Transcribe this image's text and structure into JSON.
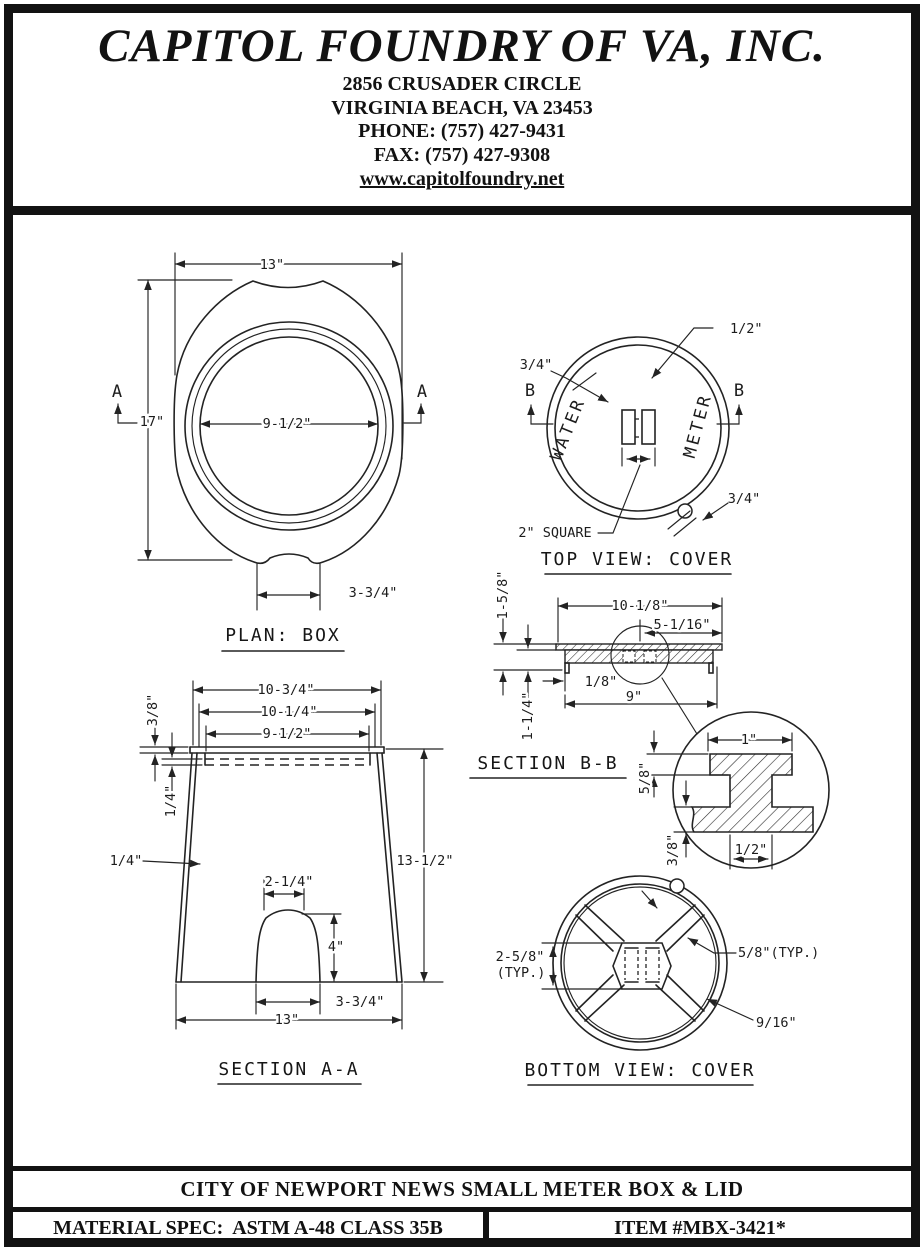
{
  "header": {
    "company": "CAPITOL FOUNDRY OF VA, INC.",
    "address1": "2856 CRUSADER CIRCLE",
    "address2": "VIRGINIA BEACH, VA 23453",
    "phone": "PHONE: (757) 427-9431",
    "fax": "FAX: (757) 427-9308",
    "website": "www.capitolfoundry.net"
  },
  "views": {
    "plan_box": {
      "title": "PLAN: BOX",
      "marker": "A",
      "dims": {
        "width": "13\"",
        "height": "17\"",
        "inner_dia": "9-1/2\"",
        "notch_width": "3-3/4\""
      }
    },
    "top_cover": {
      "title": "TOP VIEW: COVER",
      "marker": "B",
      "cast_left": "WATER",
      "cast_right": "METER",
      "dims": {
        "rim": "1/2\"",
        "edge": "3/4\"",
        "notch": "3/4\"",
        "square": "2\" SQUARE"
      }
    },
    "section_bb": {
      "title": "SECTION B-B",
      "dims": {
        "overall_w": "10-1/8\"",
        "half_w": "5-1/16\"",
        "lip": "1/8\"",
        "inner_w": "9\"",
        "total_h": "1-5/8\"",
        "skirt_h": "1-1/4\""
      }
    },
    "rib_detail": {
      "dims": {
        "top_w": "1\"",
        "depth": "5/8\"",
        "flange": "3/8\"",
        "bottom_w": "1/2\""
      }
    },
    "section_aa": {
      "title": "SECTION A-A",
      "dims": {
        "top_outer": "10-3/4\"",
        "top_mid": "10-1/4\"",
        "top_inner": "9-1/2\"",
        "lip_h": "3/8\"",
        "seat": "1/4\"",
        "wall": "1/4\"",
        "height": "13-1/2\"",
        "arch_w": "2-1/4\"",
        "arch_h": "4\"",
        "arch_base": "3-3/4\"",
        "base_w": "13\""
      }
    },
    "bottom_cover": {
      "title": "BOTTOM VIEW: COVER",
      "dims": {
        "boss": "2-5/8\"",
        "boss_typ": "(TYP.)",
        "rib": "5/8\"(TYP.)",
        "ring": "9/16\""
      }
    }
  },
  "footer": {
    "title": "CITY OF NEWPORT NEWS SMALL METER BOX & LID",
    "material_spec": "MATERIAL SPEC:  ASTM A-48 CLASS 35B",
    "item": "ITEM #MBX-3421*"
  }
}
